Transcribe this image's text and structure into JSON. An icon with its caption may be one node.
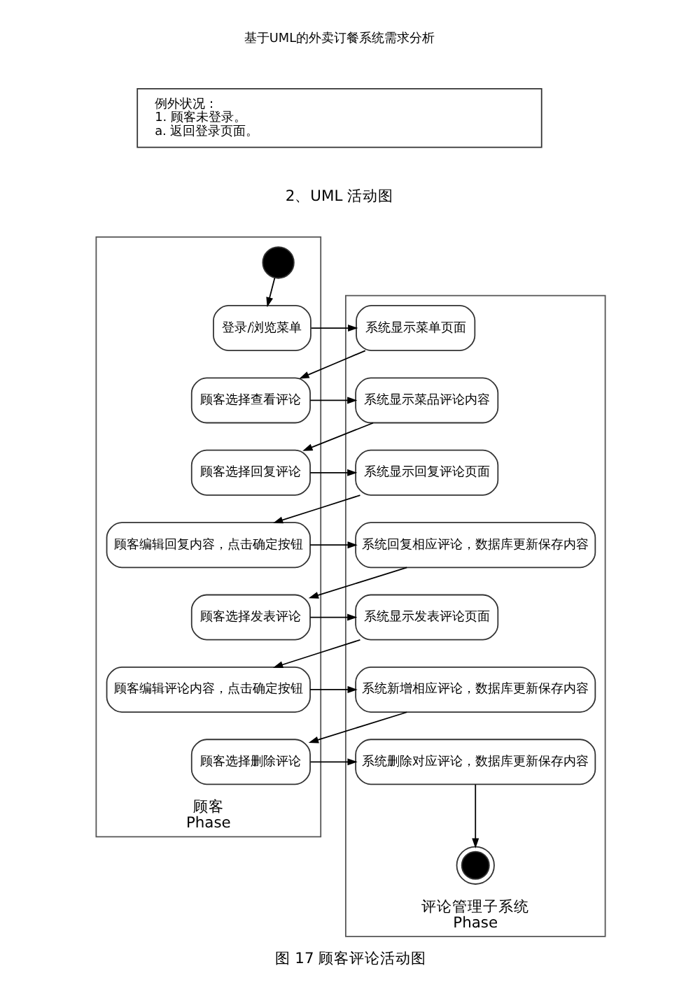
{
  "diagram": {
    "title": "基于UML的外卖订餐系统需求分析",
    "caption": "图 17 顾客评论活动图",
    "nodes": [
      {
        "text": [
          "顾客",
          "Phase"
        ]
      },
      {
        "text": [],
        "shape": "circle",
        "in": 0
      },
      {
        "text": [
          "登录/浏览菜单"
        ],
        "in": 0
      },
      {
        "text": [
          "顾客选择查看评论"
        ],
        "in": 0
      },
      {
        "text": [
          "顾客选择回复评论"
        ],
        "in": 0
      },
      {
        "text": [
          "顾客编辑回复内容，点击确定按钮"
        ],
        "in": 0
      },
      {
        "text": [
          "顾客选择发表评论"
        ],
        "in": 0
      },
      {
        "text": [
          "顾客编辑评论内容，点击确定按钮"
        ],
        "in": 0
      },
      {
        "text": [
          "顾客选择删除评论"
        ],
        "in": 0
      },
      {
        "text": [
          "评论管理子系统",
          "Phase"
        ]
      },
      {
        "text": [
          "系统显示菜单页面"
        ],
        "in": 9
      },
      {
        "text": [
          "系统显示菜品评论内容"
        ],
        "in": 9
      },
      {
        "text": [
          "系统显示回复评论页面"
        ],
        "in": 9
      },
      {
        "text": [
          "系统回复相应评论，数据库更新保存内容"
        ],
        "in": 9
      },
      {
        "text": [
          "系统显示发表评论页面"
        ],
        "in": 9
      },
      {
        "text": [
          "系统新增相应评论，数据库更新保存内容"
        ],
        "in": 9
      },
      {
        "text": [
          "系统删除对应评论，数据库更新保存内容"
        ],
        "in": 9
      },
      {
        "text": [],
        "shape": "circle",
        "in": 9
      },
      {
        "text": [
          "例外状况：",
          "1. 顾客未登录。",
          "a. 返回登录页面。"
        ]
      }
    ],
    "edges": [
      {
        "from": 1,
        "to": 2,
        "arrow": "to"
      },
      {
        "from": 2,
        "to": 10,
        "arrow": "to"
      },
      {
        "from": 10,
        "to": 3,
        "arrow": "to"
      },
      {
        "from": 3,
        "to": 11,
        "arrow": "to"
      },
      {
        "from": 11,
        "to": 4,
        "arrow": "to"
      },
      {
        "from": 4,
        "to": 12,
        "arrow": "to"
      },
      {
        "from": 12,
        "to": 5,
        "arrow": "to"
      },
      {
        "from": 5,
        "to": 13,
        "arrow": "to"
      },
      {
        "from": 13,
        "to": 6,
        "arrow": "to"
      },
      {
        "from": 6,
        "to": 14,
        "arrow": "to"
      },
      {
        "from": 14,
        "to": 7,
        "arrow": "to"
      },
      {
        "from": 7,
        "to": 15,
        "arrow": "to"
      },
      {
        "from": 15,
        "to": 8,
        "arrow": "to"
      },
      {
        "from": 8,
        "to": 16,
        "arrow": "to"
      },
      {
        "from": 16,
        "to": 17,
        "arrow": "to"
      }
    ],
    "labels": [
      "2、UML 活动图"
    ]
  }
}
